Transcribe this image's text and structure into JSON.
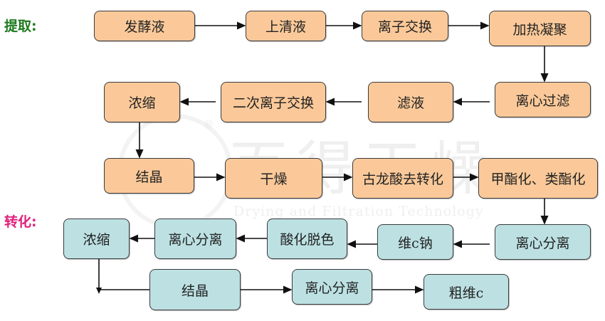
{
  "sections": {
    "extraction": {
      "label": "提取:",
      "color": "#1d7a1d"
    },
    "conversion": {
      "label": "转化:",
      "color": "#e0207a"
    }
  },
  "extraction_nodes": [
    {
      "id": "e1",
      "text": "发酵液"
    },
    {
      "id": "e2",
      "text": "上清液"
    },
    {
      "id": "e3",
      "text": "离子交换"
    },
    {
      "id": "e4",
      "text": "加热凝聚"
    },
    {
      "id": "e5",
      "text": "离心过滤"
    },
    {
      "id": "e6",
      "text": "滤液"
    },
    {
      "id": "e7",
      "text": "二次离子交换"
    },
    {
      "id": "e8",
      "text": "浓缩"
    },
    {
      "id": "e9",
      "text": "结晶"
    },
    {
      "id": "e10",
      "text": "干燥"
    },
    {
      "id": "e11",
      "text": "古龙酸去转化"
    },
    {
      "id": "e12",
      "text": "甲酯化、类酯化"
    }
  ],
  "conversion_nodes": [
    {
      "id": "c1",
      "text": "离心分离"
    },
    {
      "id": "c2",
      "text": "维c钠"
    },
    {
      "id": "c3",
      "text": "酸化脱色"
    },
    {
      "id": "c4",
      "text": "离心分离"
    },
    {
      "id": "c5",
      "text": "浓缩"
    },
    {
      "id": "c6",
      "text": "结晶"
    },
    {
      "id": "c7",
      "text": "离心分离"
    },
    {
      "id": "c8",
      "text": "粗维c"
    }
  ],
  "edges": [
    [
      "e1",
      "e2"
    ],
    [
      "e2",
      "e3"
    ],
    [
      "e3",
      "e4"
    ],
    [
      "e4",
      "e5"
    ],
    [
      "e5",
      "e6"
    ],
    [
      "e6",
      "e7"
    ],
    [
      "e7",
      "e8"
    ],
    [
      "e8",
      "e9"
    ],
    [
      "e9",
      "e10"
    ],
    [
      "e10",
      "e11"
    ],
    [
      "e11",
      "e12"
    ],
    [
      "e12",
      "c1"
    ],
    [
      "c1",
      "c2"
    ],
    [
      "c2",
      "c3"
    ],
    [
      "c3",
      "c4"
    ],
    [
      "c4",
      "c5"
    ],
    [
      "c5",
      "c6"
    ],
    [
      "c6",
      "c7"
    ],
    [
      "c7",
      "c8"
    ]
  ],
  "watermark": {
    "title": "百得干燥",
    "subtitle": "Drying and Filtration Technology",
    "registered": "®"
  }
}
